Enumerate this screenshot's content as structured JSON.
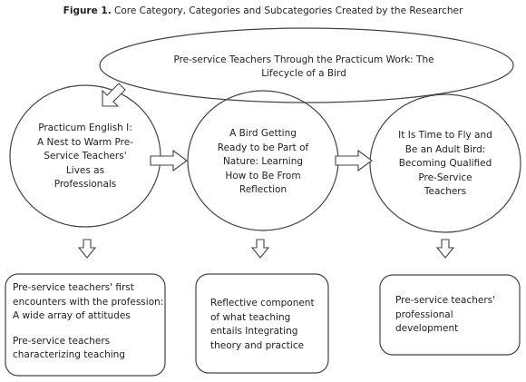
{
  "figure": {
    "label": "Figure 1.",
    "title": "Core Category, Categories and Subcategories Created by the Researcher"
  },
  "core": {
    "text": "Pre-service Teachers Through the Practicum Work: The Lifecycle of a Bird"
  },
  "categories": [
    {
      "text": "Practicum English I: A Nest to Warm Pre-Service Teachers' Lives as Professionals"
    },
    {
      "text": "A Bird Getting Ready to be Part of Nature: Learning How to Be From Reflection"
    },
    {
      "text": "It Is Time to Fly and Be an Adult Bird: Becoming Qualified Pre-Service Teachers"
    }
  ],
  "subcategories": [
    {
      "items": [
        "Pre-service teachers' first encounters with the profession: A wide array of attitudes",
        "Pre-service teachers characterizing teaching"
      ]
    },
    {
      "items": [
        "Reflective component of what teaching entails Integrating theory and practice"
      ]
    },
    {
      "items": [
        "Pre-service teachers' professional development"
      ]
    }
  ],
  "colors": {
    "stroke": "#444444",
    "text": "#222222",
    "background": "#ffffff"
  }
}
